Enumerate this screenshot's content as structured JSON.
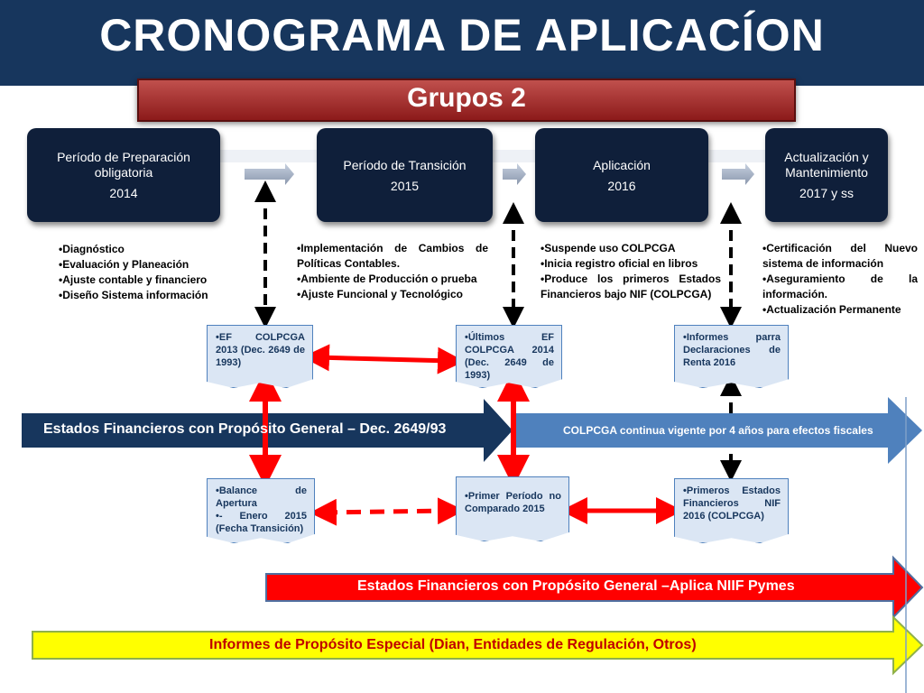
{
  "header": {
    "title": "CRONOGRAMA DE APLICACÍON",
    "subtitle": "Grupos 2"
  },
  "stages": [
    {
      "name": "Período de Preparación obligatoria",
      "year": "2014"
    },
    {
      "name": "Período de Transición",
      "year": "2015"
    },
    {
      "name": "Aplicación",
      "year": "2016"
    },
    {
      "name": "Actualización y Mantenimiento",
      "year": "2017 y ss"
    }
  ],
  "bullets": [
    [
      "Diagnóstico",
      "Evaluación y Planeación",
      "Ajuste contable y financiero",
      "Diseño Sistema información"
    ],
    [
      "Implementación de Cambios de Políticas Contables.",
      "Ambiente de Producción o prueba",
      "Ajuste Funcional y Tecnológico"
    ],
    [
      "Suspende uso COLPCGA",
      "Inicia registro oficial en libros",
      "Produce los primeros Estados Financieros bajo NIF (COLPCGA)"
    ],
    [
      "Certificación del Nuevo sistema de información",
      "Aseguramiento de la información.",
      "Actualización Permanente"
    ]
  ],
  "docs_top": [
    "EF COLPCGA 2013 (Dec. 2649 de 1993)",
    "Últimos EF COLPCGA 2014 (Dec. 2649 de 1993)",
    "Informes parra Declaraciones de Renta 2016"
  ],
  "docs_bottom": [
    [
      "Balance de Apertura",
      "- Enero 2015 (Fecha Transición)"
    ],
    [
      "Primer Período no Comparado 2015"
    ],
    [
      "Primeros Estados Financieros NIF 2016 (COLPCGA)"
    ]
  ],
  "bands": {
    "dark": "Estados Financieros con Propósito General – Dec. 2649/93",
    "blue": "COLPCGA continua vigente por 4 años  para efectos fiscales",
    "red": "Estados Financieros con Propósito General –Aplica NIIF Pymes",
    "yellow": "Informes de Propósito Especial  (Dian, Entidades de Regulación, Otros)"
  },
  "colors": {
    "header": "#17365d",
    "stage": "#0f1f3a",
    "band_dark": "#17365d",
    "band_blue": "#4f81bd",
    "band_red": "#ff0000",
    "band_yellow": "#ffff00",
    "connector_red": "#ff0000",
    "doc_fill": "#dbe6f4"
  }
}
